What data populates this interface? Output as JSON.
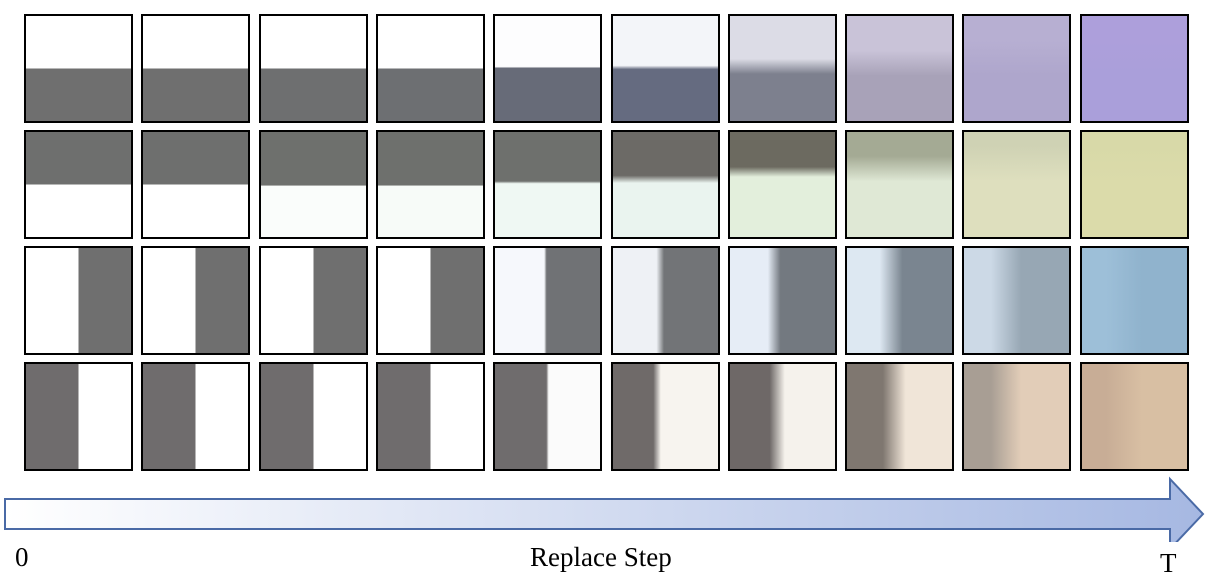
{
  "axis": {
    "start_label": "0",
    "axis_label": "Replace Step",
    "end_label": "T",
    "arrow_fill_start": "#ffffff",
    "arrow_fill_end": "#a6b8e2",
    "arrow_stroke": "#4a6aa6"
  },
  "grid": {
    "columns": 10,
    "rows": [
      {
        "name": "horizontal-top-white",
        "tiles": [
          {
            "bg": "#ffffff",
            "band": "#6f6f6f",
            "band_pct": [
              50,
              100
            ],
            "blur": 0
          },
          {
            "bg": "#ffffff",
            "band": "#6f6f6f",
            "band_pct": [
              50,
              100
            ],
            "blur": 0
          },
          {
            "bg": "#ffffff",
            "band": "#6e6f70",
            "band_pct": [
              50,
              100
            ],
            "blur": 0
          },
          {
            "bg": "#ffffff",
            "band": "#6d6f72",
            "band_pct": [
              50,
              100
            ],
            "blur": 0.3
          },
          {
            "bg": "#fdfdfe",
            "band": "#676b78",
            "band_pct": [
              49,
              100
            ],
            "blur": 0.6
          },
          {
            "bg": "#f3f5f9",
            "band": "#656b80",
            "band_pct": [
              49,
              100
            ],
            "blur": 1.5
          },
          {
            "bg": "#dcdce6",
            "band": "#7d808e",
            "band_pct": [
              48,
              100
            ],
            "blur": 6
          },
          {
            "bg": "#c9c3d8",
            "band": "#a8a2b8",
            "band_pct": [
              45,
              100
            ],
            "blur": 10
          },
          {
            "bg": "#b7afd2",
            "band": "#aea6cc",
            "band_pct": [
              40,
              100
            ],
            "blur": 14
          },
          {
            "bg": "#ad9fdb",
            "band": "#aa9fda",
            "band_pct": [
              40,
              100
            ],
            "blur": 14
          }
        ]
      },
      {
        "name": "horizontal-top-gray",
        "tiles": [
          {
            "bg": "#ffffff",
            "band": "#6e6f6e",
            "band_pct": [
              0,
              50
            ],
            "blur": 0
          },
          {
            "bg": "#ffffff",
            "band": "#6e6f6e",
            "band_pct": [
              0,
              50
            ],
            "blur": 0
          },
          {
            "bg": "#fafdfb",
            "band": "#6e706d",
            "band_pct": [
              0,
              51
            ],
            "blur": 0.3
          },
          {
            "bg": "#f7fbf8",
            "band": "#6e706d",
            "band_pct": [
              0,
              51
            ],
            "blur": 0.5
          },
          {
            "bg": "#eff8f3",
            "band": "#6e706d",
            "band_pct": [
              0,
              48
            ],
            "blur": 1
          },
          {
            "bg": "#eaf4ef",
            "band": "#6c6a66",
            "band_pct": [
              0,
              45
            ],
            "blur": 3
          },
          {
            "bg": "#e3efdc",
            "band": "#6c6a60",
            "band_pct": [
              0,
              38
            ],
            "blur": 4
          },
          {
            "bg": "#dfe8d5",
            "band": "#a4aa94",
            "band_pct": [
              0,
              35
            ],
            "blur": 10
          },
          {
            "bg": "#dedfbe",
            "band": "#cfd2b4",
            "band_pct": [
              0,
              30
            ],
            "blur": 14
          },
          {
            "bg": "#dbdbaa",
            "band": "#d8d9a8",
            "band_pct": [
              0,
              30
            ],
            "blur": 14
          }
        ]
      },
      {
        "name": "vertical-left-white",
        "tiles": [
          {
            "bg": "#ffffff",
            "band": "#6f6f6f",
            "band_pct": [
              50,
              100
            ],
            "blur": 0,
            "vertical": true
          },
          {
            "bg": "#ffffff",
            "band": "#6f6f6f",
            "band_pct": [
              50,
              100
            ],
            "blur": 0,
            "vertical": true
          },
          {
            "bg": "#ffffff",
            "band": "#6f6f6f",
            "band_pct": [
              50,
              100
            ],
            "blur": 0,
            "vertical": true
          },
          {
            "bg": "#ffffff",
            "band": "#6f6f6f",
            "band_pct": [
              50,
              100
            ],
            "blur": 0.4,
            "vertical": true
          },
          {
            "bg": "#f6f8fc",
            "band": "#707275",
            "band_pct": [
              48,
              100
            ],
            "blur": 1,
            "vertical": true
          },
          {
            "bg": "#eef1f5",
            "band": "#727477",
            "band_pct": [
              45,
              100
            ],
            "blur": 3,
            "vertical": true
          },
          {
            "bg": "#e6edf6",
            "band": "#737980",
            "band_pct": [
              42,
              100
            ],
            "blur": 5,
            "vertical": true
          },
          {
            "bg": "#dde8f2",
            "band": "#7a8590",
            "band_pct": [
              42,
              100
            ],
            "blur": 9,
            "vertical": true
          },
          {
            "bg": "#ccd9e6",
            "band": "#97a7b4",
            "band_pct": [
              40,
              100
            ],
            "blur": 12,
            "vertical": true
          },
          {
            "bg": "#9dbfd8",
            "band": "#90b3cd",
            "band_pct": [
              40,
              100
            ],
            "blur": 14,
            "vertical": true
          }
        ]
      },
      {
        "name": "vertical-left-gray",
        "tiles": [
          {
            "bg": "#ffffff",
            "band": "#6f6c6d",
            "band_pct": [
              0,
              50
            ],
            "blur": 0,
            "vertical": true
          },
          {
            "bg": "#ffffff",
            "band": "#6f6c6d",
            "band_pct": [
              0,
              50
            ],
            "blur": 0,
            "vertical": true
          },
          {
            "bg": "#ffffff",
            "band": "#6f6c6d",
            "band_pct": [
              0,
              50
            ],
            "blur": 0,
            "vertical": true
          },
          {
            "bg": "#ffffff",
            "band": "#6f6c6d",
            "band_pct": [
              0,
              50
            ],
            "blur": 0.4,
            "vertical": true
          },
          {
            "bg": "#fbfbfb",
            "band": "#6f6c6d",
            "band_pct": [
              0,
              50
            ],
            "blur": 1,
            "vertical": true
          },
          {
            "bg": "#f7f4ef",
            "band": "#6f6a69",
            "band_pct": [
              0,
              42
            ],
            "blur": 3,
            "vertical": true
          },
          {
            "bg": "#f5f2ec",
            "band": "#6e6867",
            "band_pct": [
              0,
              45
            ],
            "blur": 6,
            "vertical": true
          },
          {
            "bg": "#f0e5d8",
            "band": "#7f7770",
            "band_pct": [
              0,
              45
            ],
            "blur": 9,
            "vertical": true
          },
          {
            "bg": "#e2cdb8",
            "band": "#a89e94",
            "band_pct": [
              0,
              40
            ],
            "blur": 12,
            "vertical": true
          },
          {
            "bg": "#d8bfa3",
            "band": "#c8ad96",
            "band_pct": [
              0,
              40
            ],
            "blur": 14,
            "vertical": true
          }
        ]
      }
    ]
  }
}
